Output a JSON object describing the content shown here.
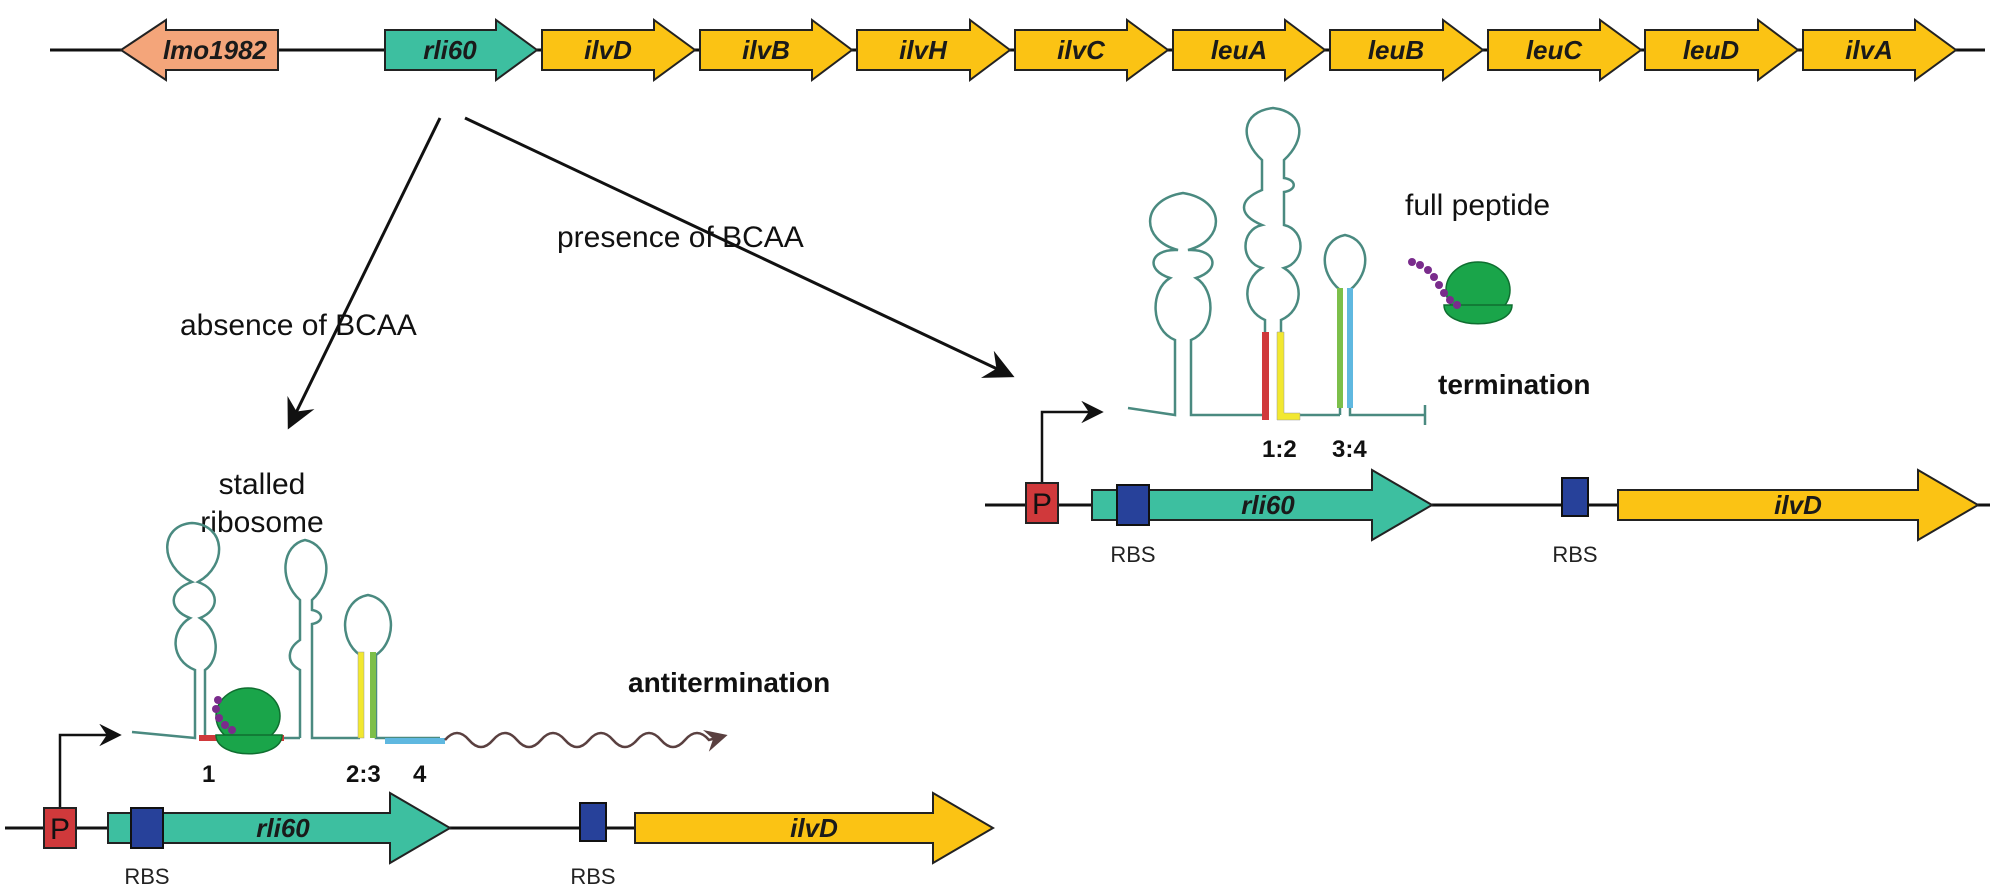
{
  "operon": {
    "genes": [
      {
        "label": "lmo1982",
        "color": "#f4a57a",
        "direction": "left"
      },
      {
        "label": "rli60",
        "color": "#3dbfa0",
        "direction": "right"
      },
      {
        "label": "ilvD",
        "color": "#fbc314",
        "direction": "right"
      },
      {
        "label": "ilvB",
        "color": "#fbc314",
        "direction": "right"
      },
      {
        "label": "ilvH",
        "color": "#fbc314",
        "direction": "right"
      },
      {
        "label": "ilvC",
        "color": "#fbc314",
        "direction": "right"
      },
      {
        "label": "leuA",
        "color": "#fbc314",
        "direction": "right"
      },
      {
        "label": "leuB",
        "color": "#fbc314",
        "direction": "right"
      },
      {
        "label": "leuC",
        "color": "#fbc314",
        "direction": "right"
      },
      {
        "label": "leuD",
        "color": "#fbc314",
        "direction": "right"
      },
      {
        "label": "ilvA",
        "color": "#fbc314",
        "direction": "right"
      }
    ]
  },
  "conditions": {
    "absence": "absence of BCAA",
    "presence": "presence of BCAA"
  },
  "left_panel": {
    "stalled_line1": "stalled",
    "stalled_line2": "ribosome",
    "outcome": "antitermination",
    "promoter": "P",
    "rbs1": "RBS",
    "rbs2": "RBS",
    "gene1": "rli60",
    "gene2": "ilvD",
    "pair1": "1",
    "pair23": "2:3",
    "pair4": "4"
  },
  "right_panel": {
    "peptide": "full peptide",
    "outcome": "termination",
    "promoter": "P",
    "rbs1": "RBS",
    "rbs2": "RBS",
    "gene1": "rli60",
    "gene2": "ilvD",
    "pair12": "1:2",
    "pair34": "3:4"
  },
  "colors": {
    "rna_stem": "#4a8a80",
    "ribosome": "#1aa54a",
    "peptide": "#7a2c8c",
    "promoter_box": "#d0393b",
    "rbs_box": "#27419a",
    "seg_red": "#d0393b",
    "seg_yellow": "#f2e830",
    "seg_green": "#7cbf4a",
    "seg_blue": "#5fb8e0",
    "transcript_tail": "#5a4040"
  }
}
